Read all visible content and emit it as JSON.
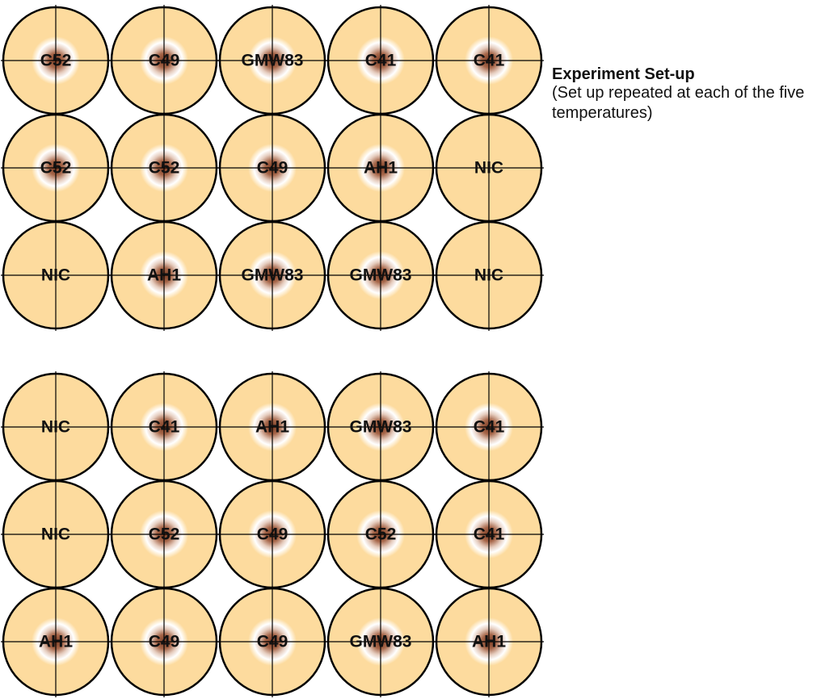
{
  "title": "Experiment Set-up",
  "note": "(Set up repeated at each of the five temperatures)",
  "colors": {
    "dish_fill": "#FDDB9E",
    "dish_outline": "#000000",
    "spot_center": "#7A3B22",
    "spot_halo": "#FFFFFF"
  },
  "grids": [
    {
      "rows": [
        [
          {
            "label": "C52",
            "spot": true
          },
          {
            "label": "C49",
            "spot": true
          },
          {
            "label": "GMW83",
            "spot": true
          },
          {
            "label": "C41",
            "spot": true
          },
          {
            "label": "C41",
            "spot": true
          }
        ],
        [
          {
            "label": "C52",
            "spot": true
          },
          {
            "label": "C52",
            "spot": true
          },
          {
            "label": "C49",
            "spot": true
          },
          {
            "label": "AH1",
            "spot": true
          },
          {
            "label": "NIC",
            "spot": false
          }
        ],
        [
          {
            "label": "NIC",
            "spot": false
          },
          {
            "label": "AH1",
            "spot": true
          },
          {
            "label": "GMW83",
            "spot": true
          },
          {
            "label": "GMW83",
            "spot": true
          },
          {
            "label": "NIC",
            "spot": false
          }
        ]
      ]
    },
    {
      "rows": [
        [
          {
            "label": "NIC",
            "spot": false
          },
          {
            "label": "C41",
            "spot": true
          },
          {
            "label": "AH1",
            "spot": true
          },
          {
            "label": "GMW83",
            "spot": true
          },
          {
            "label": "C41",
            "spot": true
          }
        ],
        [
          {
            "label": "NIC",
            "spot": false
          },
          {
            "label": "C52",
            "spot": true
          },
          {
            "label": "C49",
            "spot": true
          },
          {
            "label": "C52",
            "spot": true
          },
          {
            "label": "C41",
            "spot": true
          }
        ],
        [
          {
            "label": "AH1",
            "spot": true
          },
          {
            "label": "C49",
            "spot": true
          },
          {
            "label": "C49",
            "spot": true
          },
          {
            "label": "GMW83",
            "spot": true
          },
          {
            "label": "AH1",
            "spot": true
          }
        ]
      ]
    }
  ]
}
